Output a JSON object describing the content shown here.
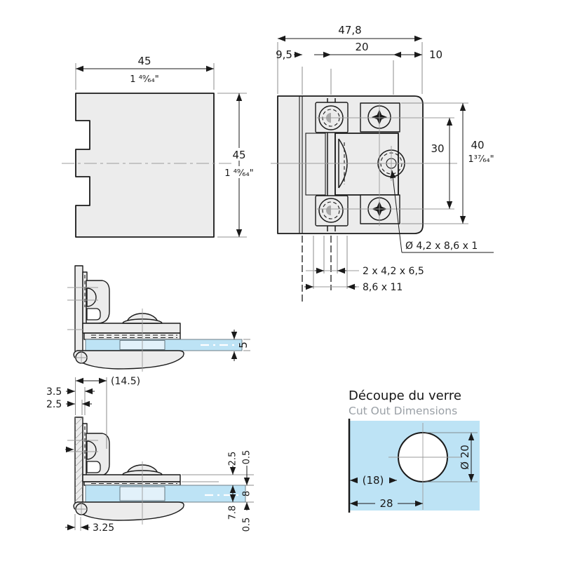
{
  "drawing": {
    "plate_view": {
      "width_mm": "45",
      "width_in": "1 ⁴⁹⁄₆₄\"",
      "height_mm": "45",
      "height_in": "1 ⁴⁹⁄₆₄\""
    },
    "front_view": {
      "total_width": "47,8",
      "backplate_width": "9,5",
      "hole_pitch": "20",
      "edge_offset": "10",
      "screw_pitch": "30",
      "height_mm": "40",
      "height_in": "1³⁷⁄₆₄\"",
      "center_hole_callout": "Ø 4,2 x 8,6 x 1",
      "knuckle_slot_callout": "2 x 4,2 x 6,5",
      "slot_callout": "8,6 x 11"
    },
    "side_view": {
      "glass_thickness": "5"
    },
    "detail_view": {
      "backset": "(14.5)",
      "plate_thickness": "3.5",
      "plate_inset": "2.5",
      "top_gap": "2.5",
      "top_clearance": "0.5",
      "glass_space": "8",
      "bottom_depth": "7.8",
      "bottom_clearance": "0.5",
      "pivot_offset": "3.25"
    },
    "cutout_view": {
      "title": "Découpe du verre",
      "subtitle": "Cut Out Dimensions",
      "hole_diameter": "Ø 20",
      "edge_distance": "(18)",
      "center_distance": "28"
    },
    "colors": {
      "glass": "#bde3f5",
      "glass_pad": "#e2f1fa",
      "metal": "#ececec",
      "line": "#1a1a1a",
      "centerline": "#9b9b9b",
      "subtitle_grey": "#9aa0a6"
    }
  }
}
